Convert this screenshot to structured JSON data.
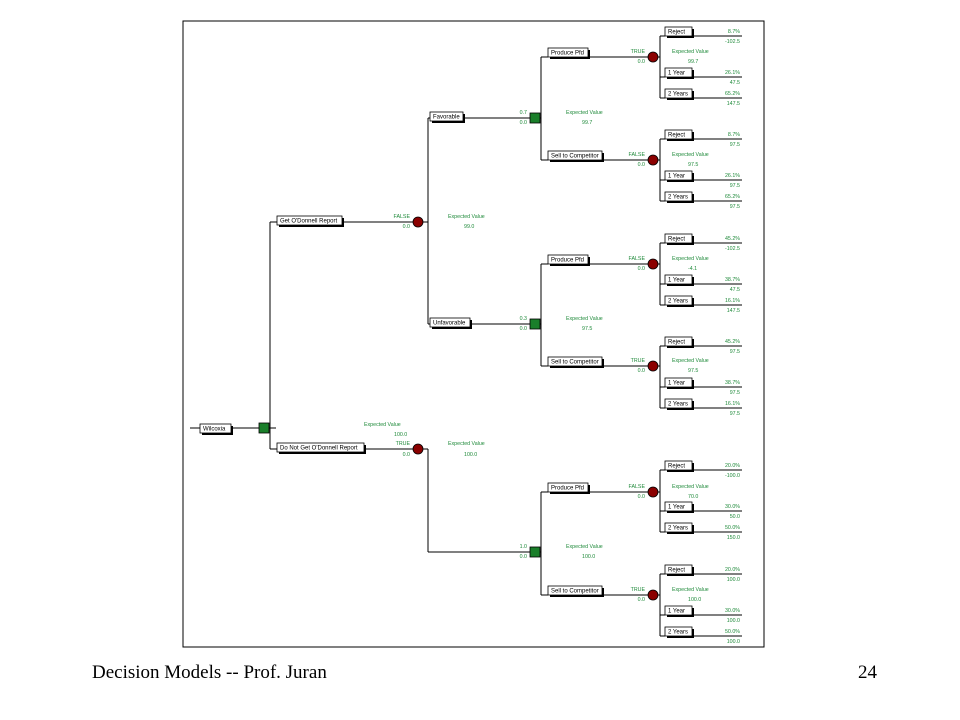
{
  "footer": {
    "title": "Decision Models  --  Prof. Juran",
    "page": "24"
  },
  "tree": {
    "root": {
      "label": "Wilcoxia"
    },
    "report": {
      "label": "Get O'Donnell Report",
      "flag": "FALSE",
      "cost": "0.0",
      "ev_caption": "Expected Value",
      "ev": "99.0",
      "favorable": {
        "label": "Favorable",
        "prob": "0.7",
        "payoff": "0.0",
        "ev_caption": "Expected Value",
        "ev": "99.7",
        "produce": {
          "label": "Produce Pfd",
          "flag": "TRUE",
          "payoff": "0.0",
          "ev_caption": "Expected Value",
          "ev": "99.7",
          "outcomes": [
            {
              "label": "Reject",
              "prob": "8.7%",
              "value": "-102.5"
            },
            {
              "label": "1 Year",
              "prob": "26.1%",
              "value": "47.5"
            },
            {
              "label": "2 Years",
              "prob": "65.2%",
              "value": "147.5"
            }
          ]
        },
        "sell": {
          "label": "Sell to Competitor",
          "flag": "FALSE",
          "payoff": "0.0",
          "ev_caption": "Expected Value",
          "ev": "97.5",
          "outcomes": [
            {
              "label": "Reject",
              "prob": "8.7%",
              "value": "97.5"
            },
            {
              "label": "1 Year",
              "prob": "26.1%",
              "value": "97.5"
            },
            {
              "label": "2 Years",
              "prob": "65.2%",
              "value": "97.5"
            }
          ]
        }
      },
      "unfavorable": {
        "label": "Unfavorable",
        "prob": "0.3",
        "payoff": "0.0",
        "ev_caption": "Expected Value",
        "ev": "97.5",
        "produce": {
          "label": "Produce Pfd",
          "flag": "FALSE",
          "payoff": "0.0",
          "ev_caption": "Expected Value",
          "ev": "-4.1",
          "outcomes": [
            {
              "label": "Reject",
              "prob": "45.2%",
              "value": "-102.5"
            },
            {
              "label": "1 Year",
              "prob": "38.7%",
              "value": "47.5"
            },
            {
              "label": "2 Years",
              "prob": "16.1%",
              "value": "147.5"
            }
          ]
        },
        "sell": {
          "label": "Sell to Competitor",
          "flag": "TRUE",
          "payoff": "0.0",
          "ev_caption": "Expected Value",
          "ev": "97.5",
          "outcomes": [
            {
              "label": "Reject",
              "prob": "45.2%",
              "value": "97.5"
            },
            {
              "label": "1 Year",
              "prob": "38.7%",
              "value": "97.5"
            },
            {
              "label": "2 Years",
              "prob": "16.1%",
              "value": "97.5"
            }
          ]
        }
      }
    },
    "noreport": {
      "label": "Do Not Get O'Donnell Report",
      "flag": "TRUE",
      "cost": "0.0",
      "root_ev_caption": "Expected Value",
      "root_ev": "100.0",
      "ev_caption": "Expected Value",
      "ev": "100.0",
      "branch": {
        "prob": "1.0",
        "payoff": "0.0",
        "ev_caption": "Expected Value",
        "ev": "100.0",
        "produce": {
          "label": "Produce Pfd",
          "flag": "FALSE",
          "payoff": "0.0",
          "ev_caption": "Expected Value",
          "ev": "70.0",
          "outcomes": [
            {
              "label": "Reject",
              "prob": "20.0%",
              "value": "-100.0"
            },
            {
              "label": "1 Year",
              "prob": "30.0%",
              "value": "50.0"
            },
            {
              "label": "2 Years",
              "prob": "50.0%",
              "value": "150.0"
            }
          ]
        },
        "sell": {
          "label": "Sell to Competitor",
          "flag": "TRUE",
          "payoff": "0.0",
          "ev_caption": "Expected Value",
          "ev": "100.0",
          "outcomes": [
            {
              "label": "Reject",
              "prob": "20.0%",
              "value": "100.0"
            },
            {
              "label": "1 Year",
              "prob": "30.0%",
              "value": "100.0"
            },
            {
              "label": "2 Years",
              "prob": "50.0%",
              "value": "100.0"
            }
          ]
        }
      }
    }
  }
}
